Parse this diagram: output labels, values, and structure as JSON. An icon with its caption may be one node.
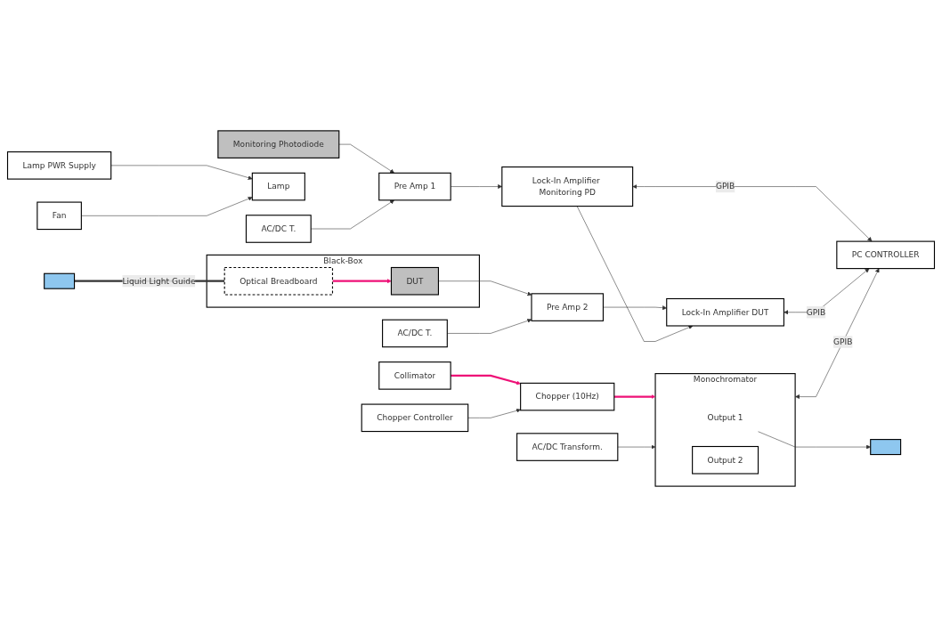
{
  "diagram": {
    "nodes": [
      {
        "text": [
          "Lamp PWR Supply"
        ]
      },
      {
        "text": [
          "Fan"
        ]
      },
      {
        "text": [
          "Lamp"
        ]
      },
      {
        "text": [
          "Collimator"
        ]
      },
      {
        "text": [
          "Chopper Controller"
        ]
      },
      {
        "text": [
          "Chopper (10Hz)"
        ]
      },
      {
        "text": [
          "AC/DC Transform."
        ]
      },
      {
        "text": [
          "Monochromator"
        ]
      },
      {
        "text": [
          "Output 1"
        ],
        "in": 7
      },
      {
        "text": [],
        "shape": "box"
      },
      {
        "text": [
          "Output 2"
        ],
        "in": 7
      },
      {
        "text": [],
        "shape": "box"
      },
      {
        "text": [
          "Monitoring Photodiode"
        ]
      },
      {
        "text": [
          "Black-Box"
        ]
      },
      {
        "text": [
          "DUT"
        ],
        "in": 13
      },
      {
        "text": [
          "Optical Breadboard"
        ],
        "in": 13
      },
      {
        "text": [
          "AC/DC T."
        ]
      },
      {
        "text": [
          "Pre Amp 1"
        ]
      },
      {
        "text": [
          "Lock-In Amplifier Monitoring PD"
        ]
      },
      {
        "text": [
          "AC/DC T."
        ]
      },
      {
        "text": [
          "Pre Amp 2"
        ]
      },
      {
        "text": [
          "Lock-In Amplifier DUT"
        ]
      },
      {
        "text": [
          "PC CONTROLLER"
        ]
      }
    ],
    "edges": [
      {
        "from": 0,
        "to": 2,
        "arrow": "to"
      },
      {
        "from": 1,
        "to": 2,
        "arrow": "to"
      },
      {
        "from": 3,
        "to": 5,
        "arrow": "to",
        "style": "thick",
        "color": "#ee1177"
      },
      {
        "from": 4,
        "to": 5,
        "arrow": "to"
      },
      {
        "from": 5,
        "to": 7,
        "arrow": "to",
        "style": "thick",
        "color": "#ee1177"
      },
      {
        "from": 6,
        "to": 7,
        "arrow": "to"
      },
      {
        "from": 8,
        "to": 9,
        "arrow": "to"
      },
      {
        "from": 7,
        "to": 22,
        "arrow": "both",
        "label": "GPIB"
      },
      {
        "from": 11,
        "to": 15,
        "arrow": "none",
        "label": "Liquid Light Guide",
        "style": "thick"
      },
      {
        "from": 15,
        "to": 14,
        "arrow": "to",
        "style": "thick",
        "color": "#ee1177"
      },
      {
        "from": 12,
        "to": 17,
        "arrow": "to"
      },
      {
        "from": 14,
        "to": 20,
        "arrow": "to"
      },
      {
        "from": 16,
        "to": 17,
        "arrow": "to"
      },
      {
        "from": 19,
        "to": 20,
        "arrow": "to"
      },
      {
        "from": 17,
        "to": 18,
        "arrow": "to"
      },
      {
        "from": 20,
        "to": 21,
        "arrow": "to"
      },
      {
        "from": 18,
        "to": 21,
        "arrow": "to"
      },
      {
        "from": 18,
        "to": 22,
        "arrow": "both",
        "label": "GPIB"
      },
      {
        "from": 21,
        "to": 22,
        "arrow": "both",
        "label": "GPIB"
      }
    ]
  }
}
